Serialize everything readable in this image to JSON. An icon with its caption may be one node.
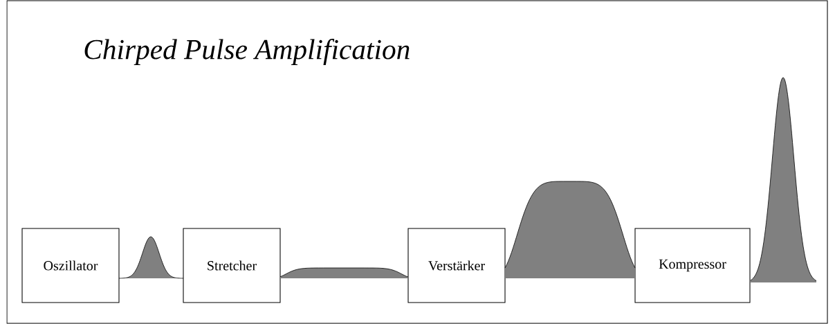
{
  "diagram": {
    "title": "Chirped Pulse Amplification",
    "nodes": [
      {
        "text": [
          "Oszillator"
        ]
      },
      {
        "text": [
          "Stretcher"
        ]
      },
      {
        "text": [
          "Verstärker"
        ]
      },
      {
        "text": [
          "Kompressor"
        ]
      }
    ]
  }
}
